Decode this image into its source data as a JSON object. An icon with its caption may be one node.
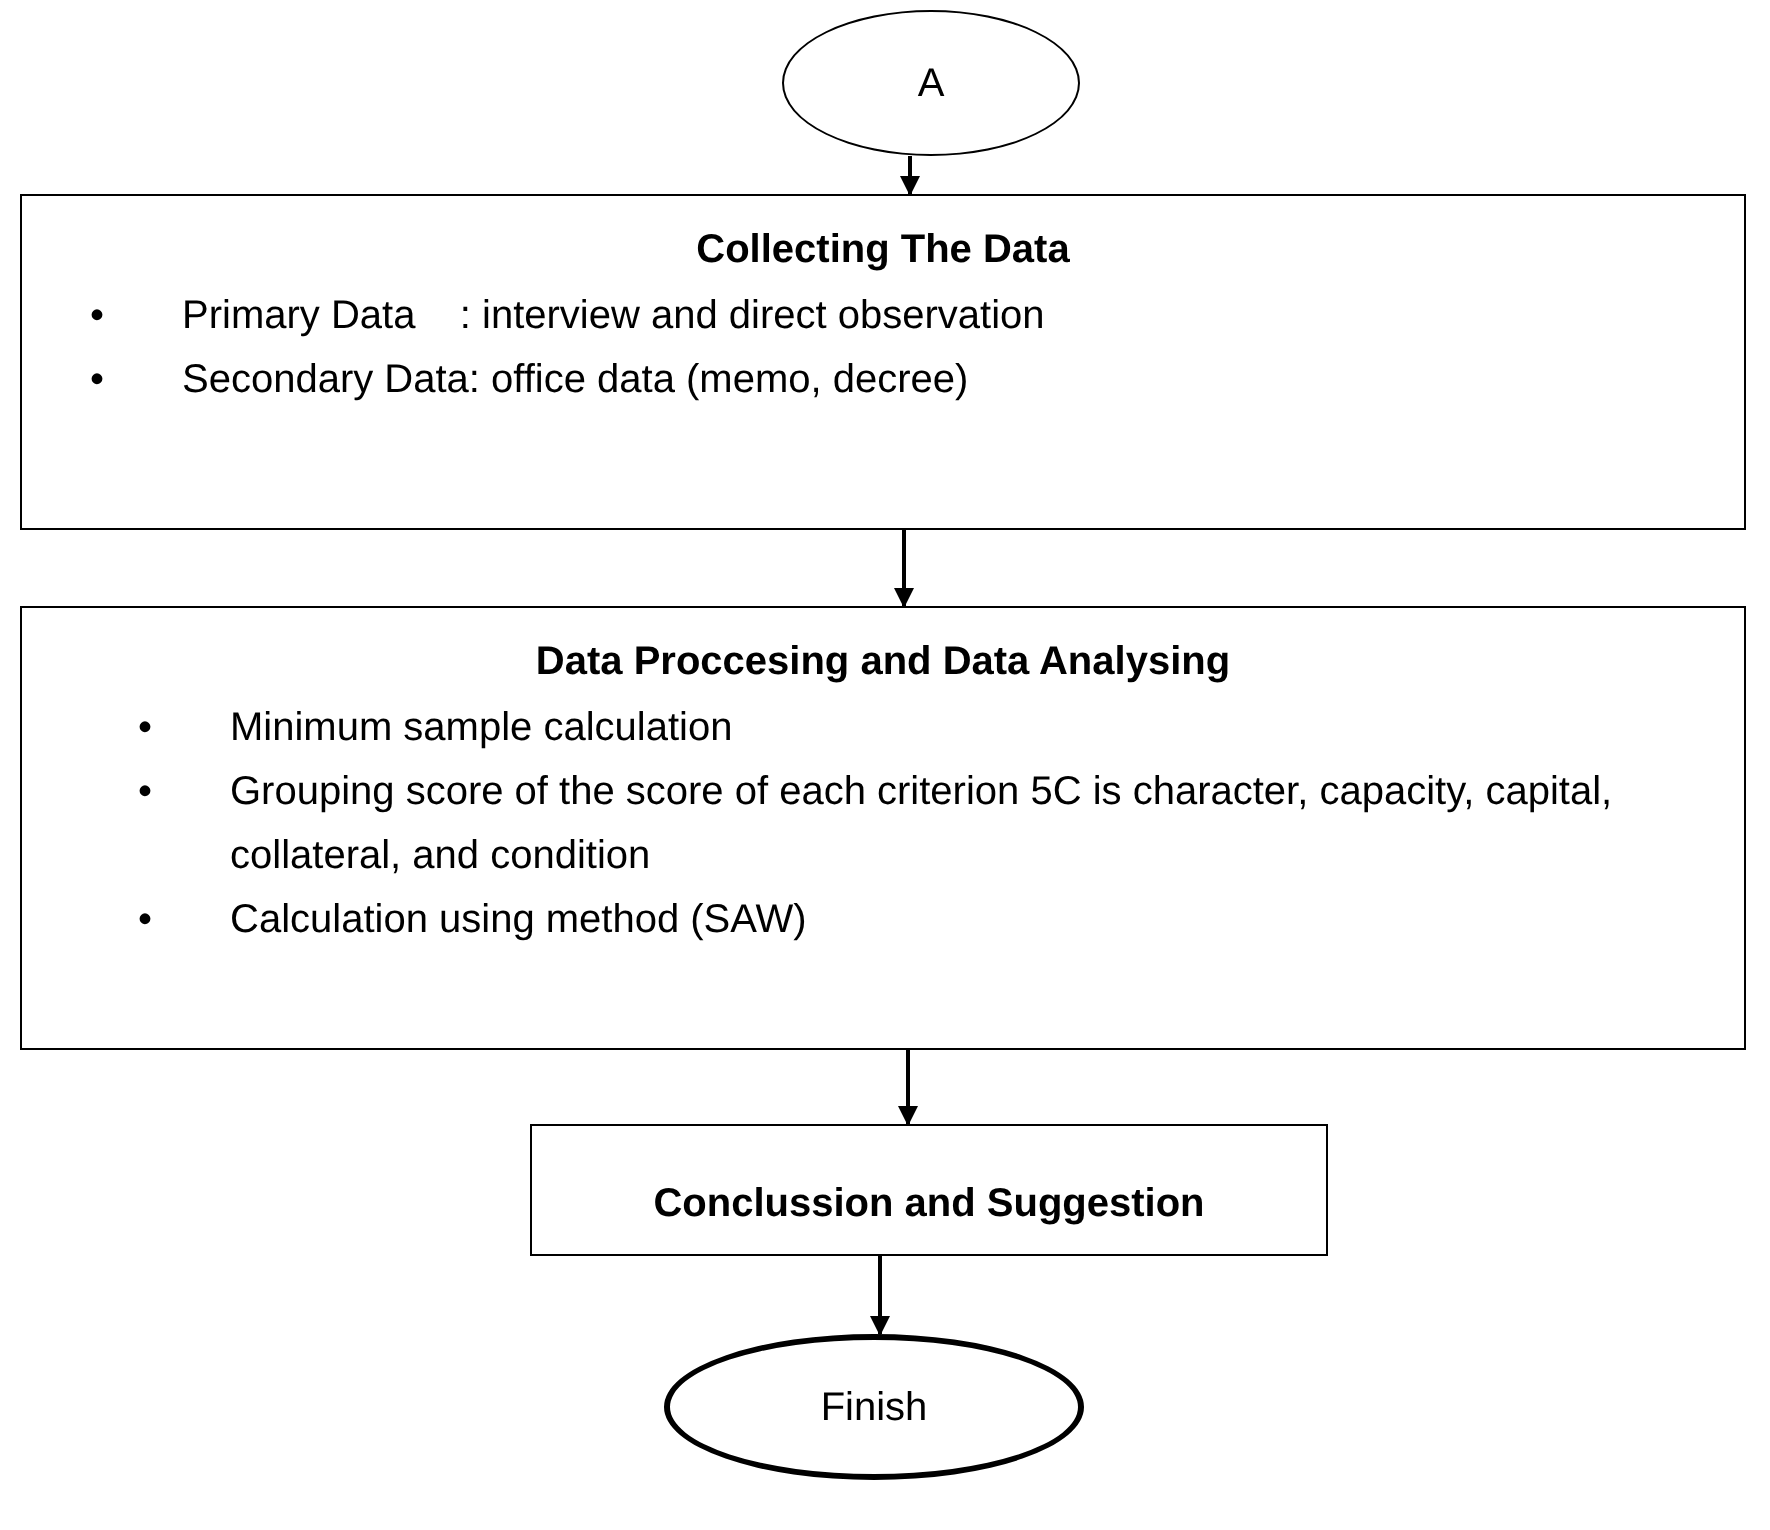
{
  "diagram": {
    "nodes": [
      {
        "text": [
          "A"
        ]
      },
      {
        "text": [
          "Collecting The Data",
          "Primary Data    : interview and direct observation",
          "Secondary Data: office data (memo, decree)"
        ]
      },
      {
        "text": [
          "Data Proccesing and Data Analysing",
          "Minimum sample calculation",
          "Grouping score of the score of each criterion 5C is character, capacity, capital, collateral, and condition",
          "Calculation using method (SAW)"
        ]
      },
      {
        "text": [
          "Conclussion and Suggestion"
        ]
      },
      {
        "text": [
          "Finish"
        ]
      }
    ],
    "edges": [
      {
        "from": 0,
        "to": 1,
        "arrow": "to"
      },
      {
        "from": 1,
        "to": 2,
        "arrow": "to"
      },
      {
        "from": 2,
        "to": 3,
        "arrow": "to"
      },
      {
        "from": 3,
        "to": 4,
        "arrow": "to"
      }
    ],
    "labels": [
      "•",
      "•",
      "•",
      "•",
      "•"
    ]
  }
}
